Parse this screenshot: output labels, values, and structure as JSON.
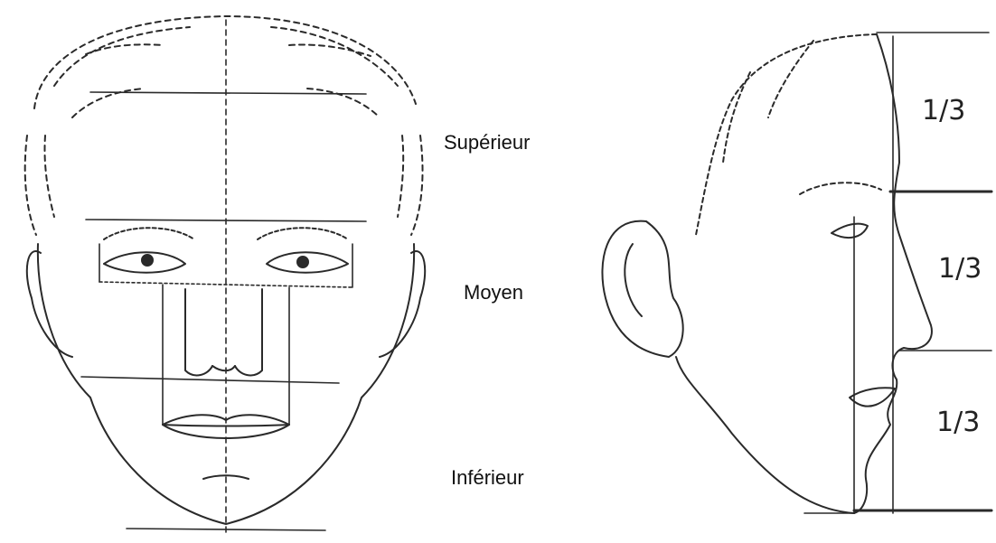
{
  "diagram": {
    "front_view": {
      "zones": {
        "upper": "Supérieur",
        "middle": "Moyen",
        "lower": "Inférieur"
      }
    },
    "profile_view": {
      "ratios": [
        "1/3",
        "1/3",
        "1/3"
      ]
    }
  },
  "colors": {
    "ink": "#2a2a2a",
    "background": "#ffffff"
  }
}
